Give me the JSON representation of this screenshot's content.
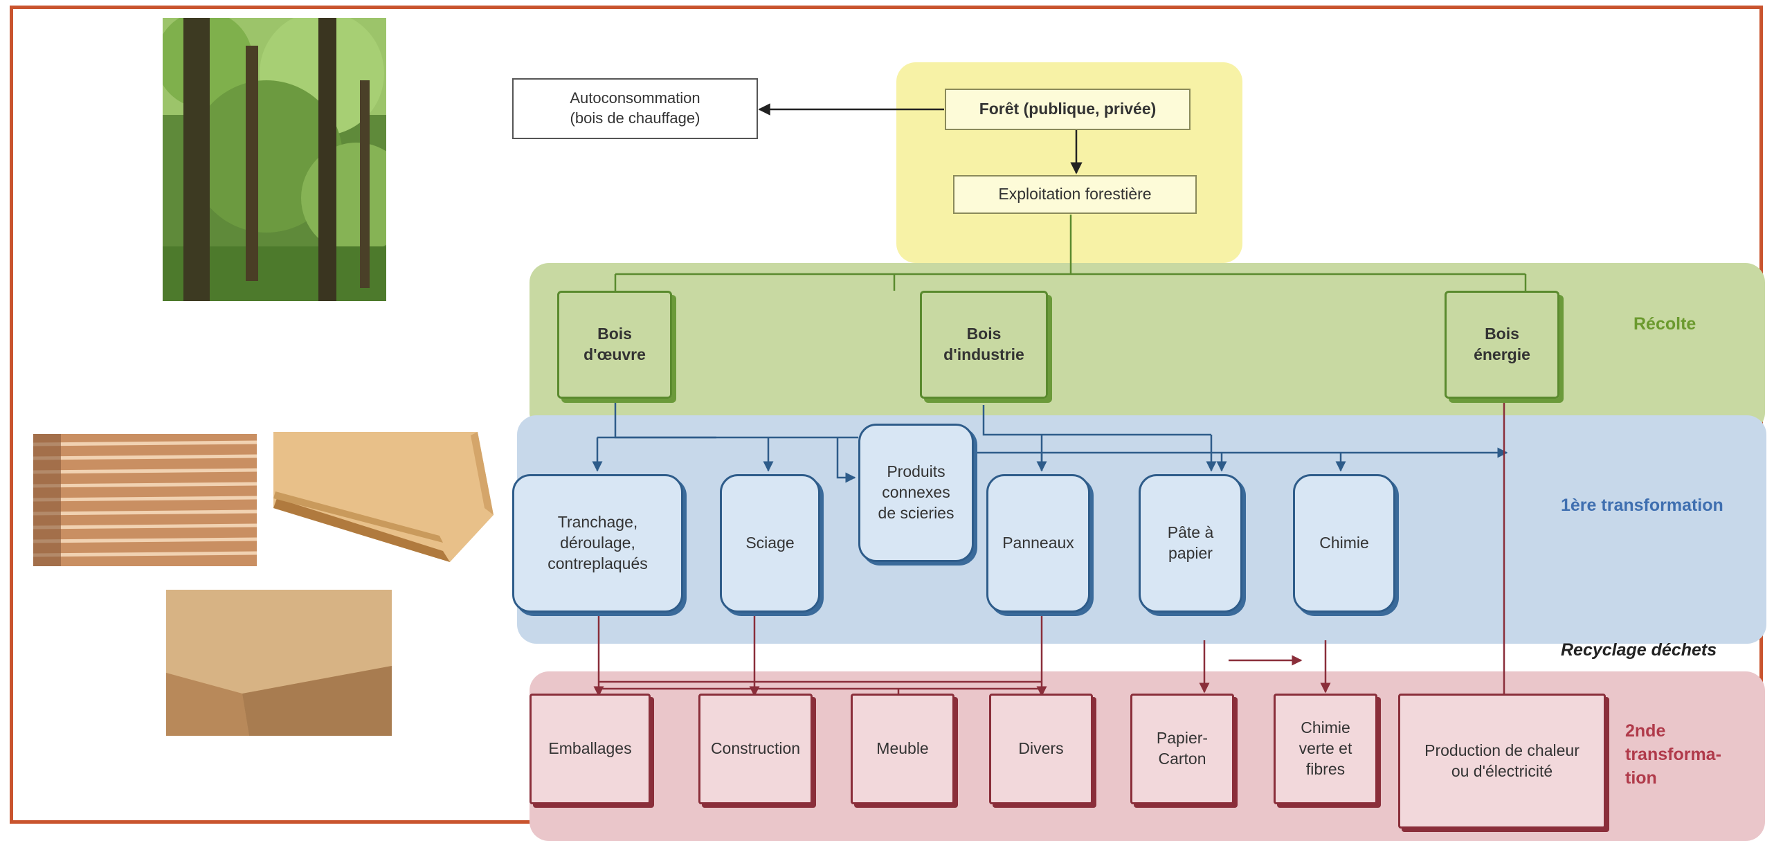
{
  "diagram": {
    "nodes": {
      "autoconsommation": "Autoconsommation\n(bois de chauffage)",
      "foret": "Forêt (publique, privée)",
      "exploitation": "Exploitation forestière",
      "bois_oeuvre": "Bois\nd'œuvre",
      "bois_industrie": "Bois\nd'industrie",
      "bois_energie": "Bois\nénergie",
      "tranchage": "Tranchage,\ndéroulage,\ncontreplaqués",
      "sciage": "Sciage",
      "produits_connexes": "Produits\nconnexes\nde scieries",
      "panneaux": "Panneaux",
      "pate_papier": "Pâte à\npapier",
      "chimie": "Chimie",
      "emballages": "Emballages",
      "construction": "Construction",
      "meuble": "Meuble",
      "divers": "Divers",
      "papier_carton": "Papier-\nCarton",
      "chimie_verte": "Chimie\nverte et\nfibres",
      "production_chaleur": "Production de chaleur\nou d'électricité"
    },
    "band_labels": {
      "recolte": "Récolte",
      "premiere": "1ère transformation",
      "recyclage": "Recyclage déchets",
      "seconde": "2nde\ntransforma-\ntion"
    },
    "colors": {
      "frame": "#c9542e",
      "yellow_band": "#f7f2a6",
      "green_band": "#c8d9a2",
      "blue_band": "#c7d8ea",
      "red_band": "#eac6ca",
      "green_line": "#5a8a2e",
      "blue_line": "#2e5c8a",
      "red_line": "#8a2e3a"
    }
  },
  "images": [
    "forest-photo",
    "lumber-stack-photo",
    "plywood-sheets-photo",
    "fiberboard-photo"
  ]
}
